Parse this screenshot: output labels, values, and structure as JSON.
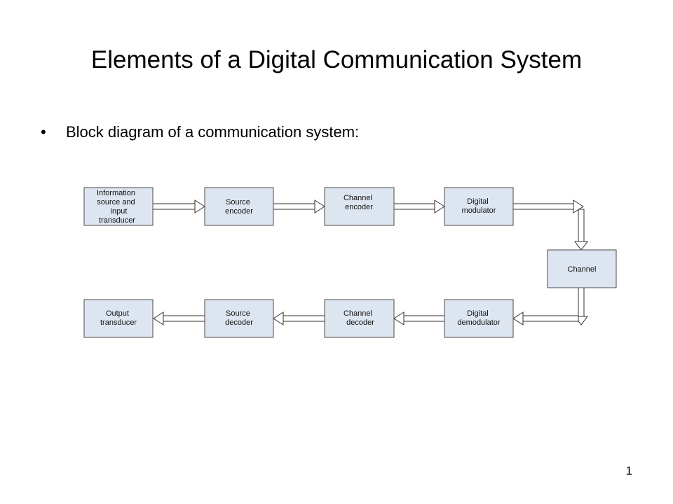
{
  "slide": {
    "title": "Elements of a Digital Communication System",
    "bullet": "Block diagram of a communication system:",
    "page_number": "1"
  },
  "diagram": {
    "blocks": [
      {
        "id": "information-source",
        "lines": [
          "Information",
          "source and",
          "input",
          "transducer"
        ]
      },
      {
        "id": "source-encoder",
        "lines": [
          "Source",
          "encoder"
        ]
      },
      {
        "id": "channel-encoder",
        "lines": [
          "Channel",
          "encoder"
        ]
      },
      {
        "id": "digital-modulator",
        "lines": [
          "Digital",
          "modulator"
        ]
      },
      {
        "id": "channel",
        "lines": [
          "Channel"
        ]
      },
      {
        "id": "digital-demodulator",
        "lines": [
          "Digital",
          "demodulator"
        ]
      },
      {
        "id": "channel-decoder",
        "lines": [
          "Channel",
          "decoder"
        ]
      },
      {
        "id": "source-decoder",
        "lines": [
          "Source",
          "decoder"
        ]
      },
      {
        "id": "output-transducer",
        "lines": [
          "Output",
          "transducer"
        ]
      }
    ]
  }
}
